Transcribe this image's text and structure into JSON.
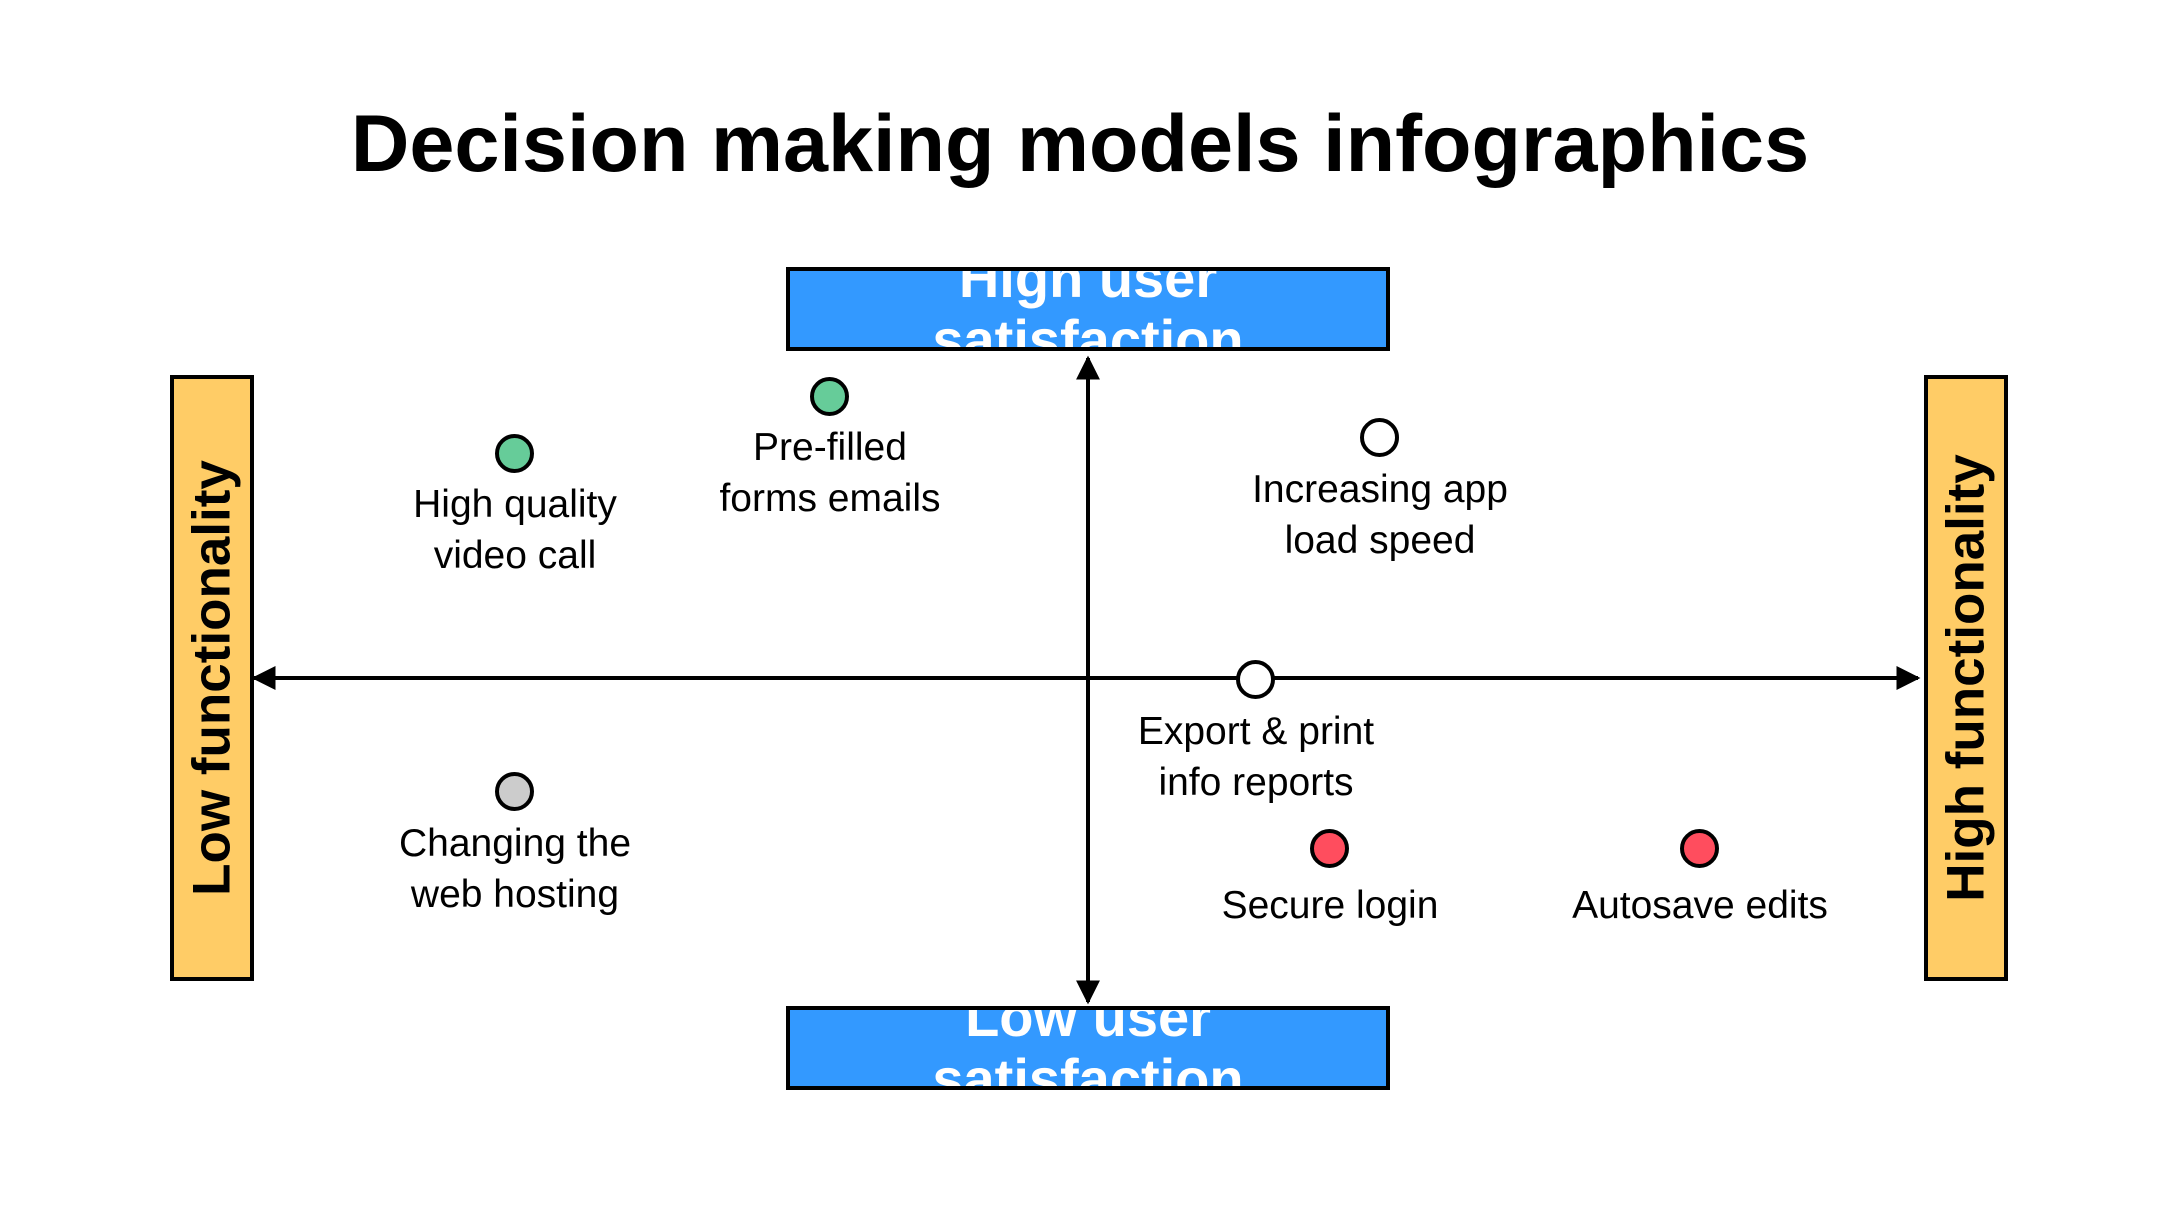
{
  "title": "Decision making models infographics",
  "colors": {
    "axis_box_vertical": "#3399ff",
    "axis_box_horizontal": "#ffcc66",
    "green": "#66cc99",
    "red": "#ff4d5e",
    "gray": "#cccccc",
    "white": "#ffffff"
  },
  "axes": {
    "top": "High user satisfaction",
    "bottom": "Low user satisfaction",
    "left": "Low functionality",
    "right": "High functionality"
  },
  "points": [
    {
      "label": "High quality\nvideo call",
      "color": "#66cc99"
    },
    {
      "label": "Pre-filled\nforms emails",
      "color": "#66cc99"
    },
    {
      "label": "Increasing app\nload speed",
      "color": "#ffffff"
    },
    {
      "label": "Export & print\ninfo reports",
      "color": "#ffffff"
    },
    {
      "label": "Changing the\nweb hosting",
      "color": "#cccccc"
    },
    {
      "label": "Secure login",
      "color": "#ff4d5e"
    },
    {
      "label": "Autosave edits",
      "color": "#ff4d5e"
    }
  ]
}
